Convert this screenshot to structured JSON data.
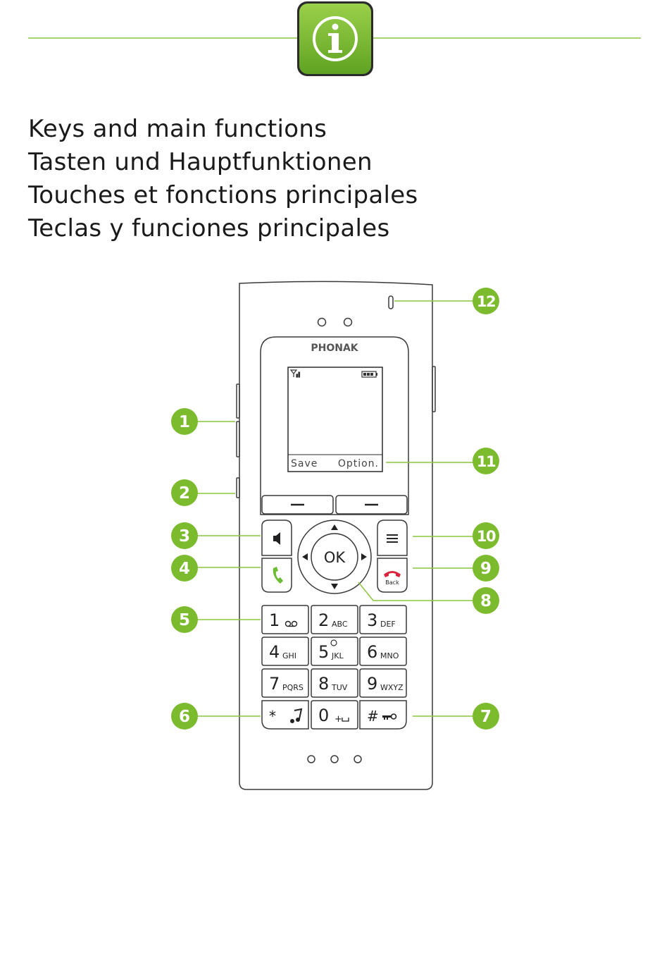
{
  "header": {
    "info_icon": "info-icon",
    "accent_color": "#7dbb2e",
    "rule_color": "#8cc63f"
  },
  "titles": [
    "Keys and main functions",
    "Tasten und Hauptfunktionen",
    "Touches et fonctions principales",
    "Teclas y funciones principales"
  ],
  "phone": {
    "brand": "PHONAK",
    "softkeys": {
      "left": "Save",
      "right": "Option."
    },
    "ok_label": "OK",
    "end_key_label": "Back",
    "keypad": [
      {
        "digit": "1",
        "letters": ""
      },
      {
        "digit": "2",
        "letters": "ABC"
      },
      {
        "digit": "3",
        "letters": "DEF"
      },
      {
        "digit": "4",
        "letters": "GHI"
      },
      {
        "digit": "5",
        "letters": "JKL"
      },
      {
        "digit": "6",
        "letters": "MNO"
      },
      {
        "digit": "7",
        "letters": "PQRS"
      },
      {
        "digit": "8",
        "letters": "TUV"
      },
      {
        "digit": "9",
        "letters": "WXYZ"
      },
      {
        "digit": "*",
        "letters": ""
      },
      {
        "digit": "0",
        "letters": "+"
      },
      {
        "digit": "#",
        "letters": ""
      }
    ]
  },
  "callouts": [
    "1",
    "2",
    "3",
    "4",
    "5",
    "6",
    "7",
    "8",
    "9",
    "10",
    "11",
    "12"
  ]
}
